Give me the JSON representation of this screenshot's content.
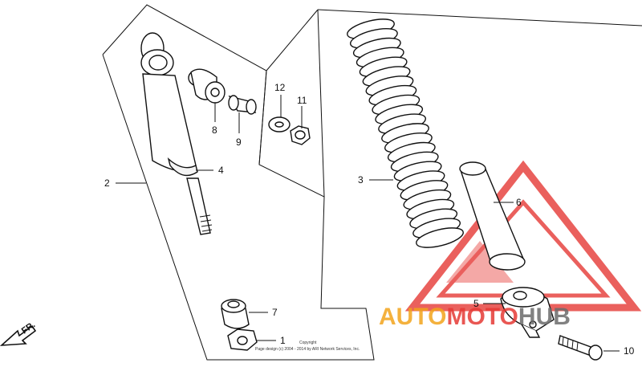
{
  "labels": {
    "p1": "1",
    "p2": "2",
    "p3": "3",
    "p4": "4",
    "p5": "5",
    "p6": "6",
    "p7": "7",
    "p8": "8",
    "p9": "9",
    "p10": "10",
    "p11": "11",
    "p12": "12"
  },
  "direction": "FR.",
  "copyright": {
    "line1": "Copyright",
    "line2": "Page design (c) 2004 - 2014 by ARI Network Services, Inc."
  },
  "watermark": {
    "part1": "AUTO",
    "part2": "MOTO",
    "part3": "HUB",
    "colors": {
      "orange": "#f2a31b",
      "red": "#e53935",
      "gray": "#6b6b6b"
    }
  }
}
